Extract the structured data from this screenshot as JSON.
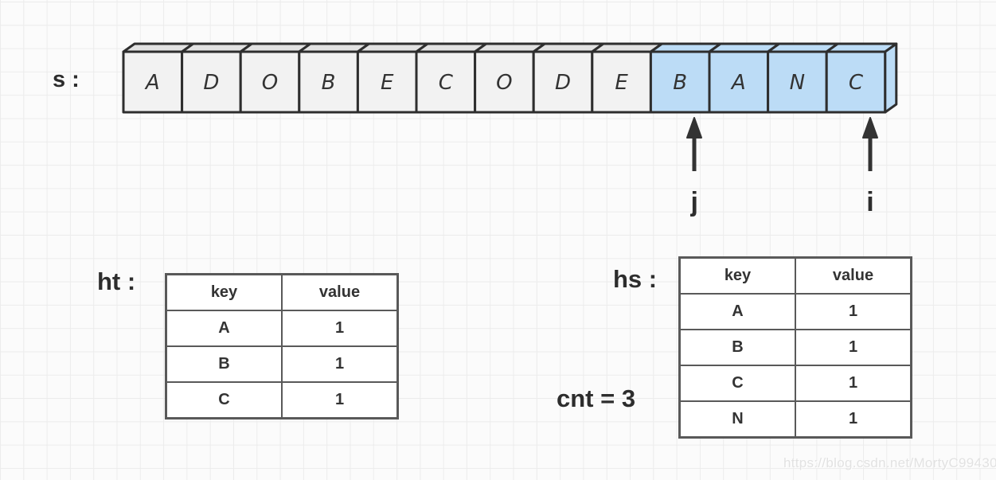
{
  "colors": {
    "box_border": "#2e2e2e",
    "box_fill": "#f2f2f2",
    "box_top_fill": "#e2e2e2",
    "highlight_fill": "#bcdcf6",
    "table_border": "#595959",
    "text": "#333333",
    "grid_line": "#ececec",
    "background": "#fbfbfb",
    "watermark_color": "#e2e2e2"
  },
  "string_row": {
    "label": "s :",
    "cells": [
      {
        "char": "A",
        "highlight": false
      },
      {
        "char": "D",
        "highlight": false
      },
      {
        "char": "O",
        "highlight": false
      },
      {
        "char": "B",
        "highlight": false
      },
      {
        "char": "E",
        "highlight": false
      },
      {
        "char": "C",
        "highlight": false
      },
      {
        "char": "O",
        "highlight": false
      },
      {
        "char": "D",
        "highlight": false
      },
      {
        "char": "E",
        "highlight": false
      },
      {
        "char": "B",
        "highlight": true
      },
      {
        "char": "A",
        "highlight": true
      },
      {
        "char": "N",
        "highlight": true
      },
      {
        "char": "C",
        "highlight": true
      }
    ]
  },
  "pointers": [
    {
      "name": "j",
      "index": 9
    },
    {
      "name": "i",
      "index": 12
    }
  ],
  "tables": [
    {
      "id": "ht",
      "label": "ht :",
      "headers": [
        "key",
        "value"
      ],
      "rows": [
        [
          "A",
          "1"
        ],
        [
          "B",
          "1"
        ],
        [
          "C",
          "1"
        ]
      ]
    },
    {
      "id": "hs",
      "label": "hs :",
      "headers": [
        "key",
        "value"
      ],
      "rows": [
        [
          "A",
          "1"
        ],
        [
          "B",
          "1"
        ],
        [
          "C",
          "1"
        ],
        [
          "N",
          "1"
        ]
      ]
    }
  ],
  "cnt_label": "cnt = 3",
  "watermark": "https://blog.csdn.net/MortyC99430"
}
